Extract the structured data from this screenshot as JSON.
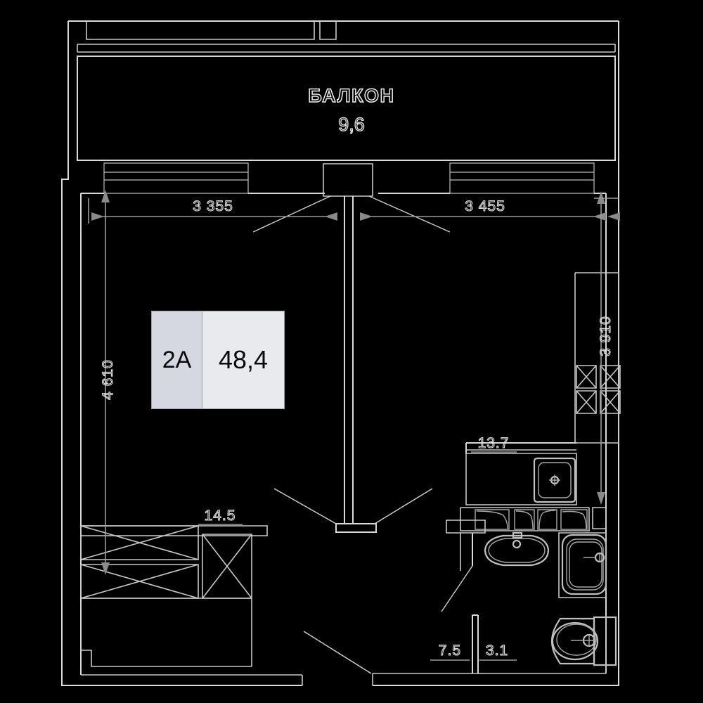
{
  "plan": {
    "apartment_type": "2A",
    "total_area": "48,4",
    "badge_type_name": "apartment-type",
    "badge_area_name": "total-area"
  },
  "balcony": {
    "title": "БАЛКОН",
    "area": "9,6"
  },
  "rooms": [
    {
      "id": "living",
      "label": "14.5"
    },
    {
      "id": "kitchen",
      "label": "13.7"
    },
    {
      "id": "hall",
      "label": "7.5"
    },
    {
      "id": "bathroom",
      "label": "3.1"
    }
  ],
  "dimensions": {
    "top_left": "3 355",
    "top_right": "3 455",
    "left_vertical": "4 610",
    "right_vertical": "3 910"
  },
  "fixtures": [
    {
      "name": "kitchen-sink-icon"
    },
    {
      "name": "stove-burners-icon"
    },
    {
      "name": "washbasin-icon"
    },
    {
      "name": "shower-tray-icon"
    },
    {
      "name": "toilet-icon"
    },
    {
      "name": "storage-closet-icon"
    },
    {
      "name": "wardrobe-icon"
    }
  ],
  "colors": {
    "background": "#000000",
    "wall": "#d9d9d9",
    "fixture": "#c0c0c0",
    "dimension": "#9a9a9a",
    "badge_type_bg": "#d5d8e0",
    "badge_area_bg": "#e9eaee",
    "badge_text": "#0a0a0a"
  }
}
